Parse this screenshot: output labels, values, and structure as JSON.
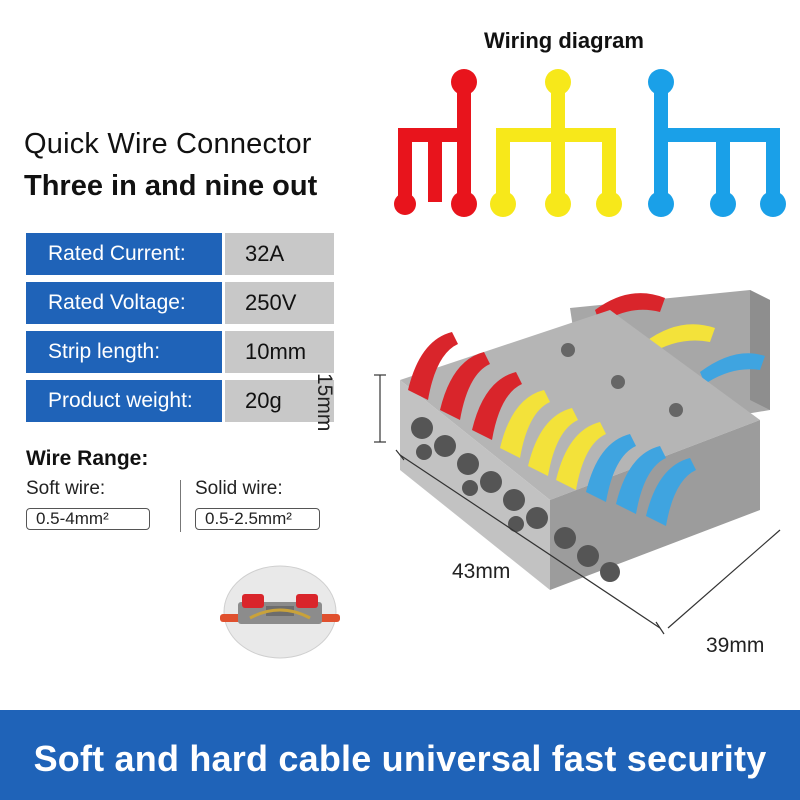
{
  "title": {
    "line1": "Quick Wire Connector",
    "line2": "Three in and nine out"
  },
  "specs": [
    {
      "label": "Rated Current:",
      "value": "32A"
    },
    {
      "label": "Rated Voltage:",
      "value": "250V"
    },
    {
      "label": "Strip length:",
      "value": "10mm"
    },
    {
      "label": "Product weight:",
      "value": "20g"
    }
  ],
  "wire_range": {
    "title": "Wire Range:",
    "soft_label": "Soft wire:",
    "soft_value": "0.5-4mm²",
    "solid_label": "Solid wire:",
    "solid_value": "0.5-2.5mm²"
  },
  "diagram": {
    "title": "Wiring diagram",
    "colors": [
      "#e8141c",
      "#f7e81a",
      "#1aa0e8"
    ]
  },
  "dimensions": {
    "height": "15mm",
    "width": "43mm",
    "depth": "39mm"
  },
  "lever_colors": {
    "red": "#d9252b",
    "yellow": "#f3e23a",
    "blue": "#3fa4e0",
    "body": "#a9a9a9"
  },
  "banner": {
    "text": "Soft and hard cable universal fast security",
    "color": "#1f63b8"
  }
}
